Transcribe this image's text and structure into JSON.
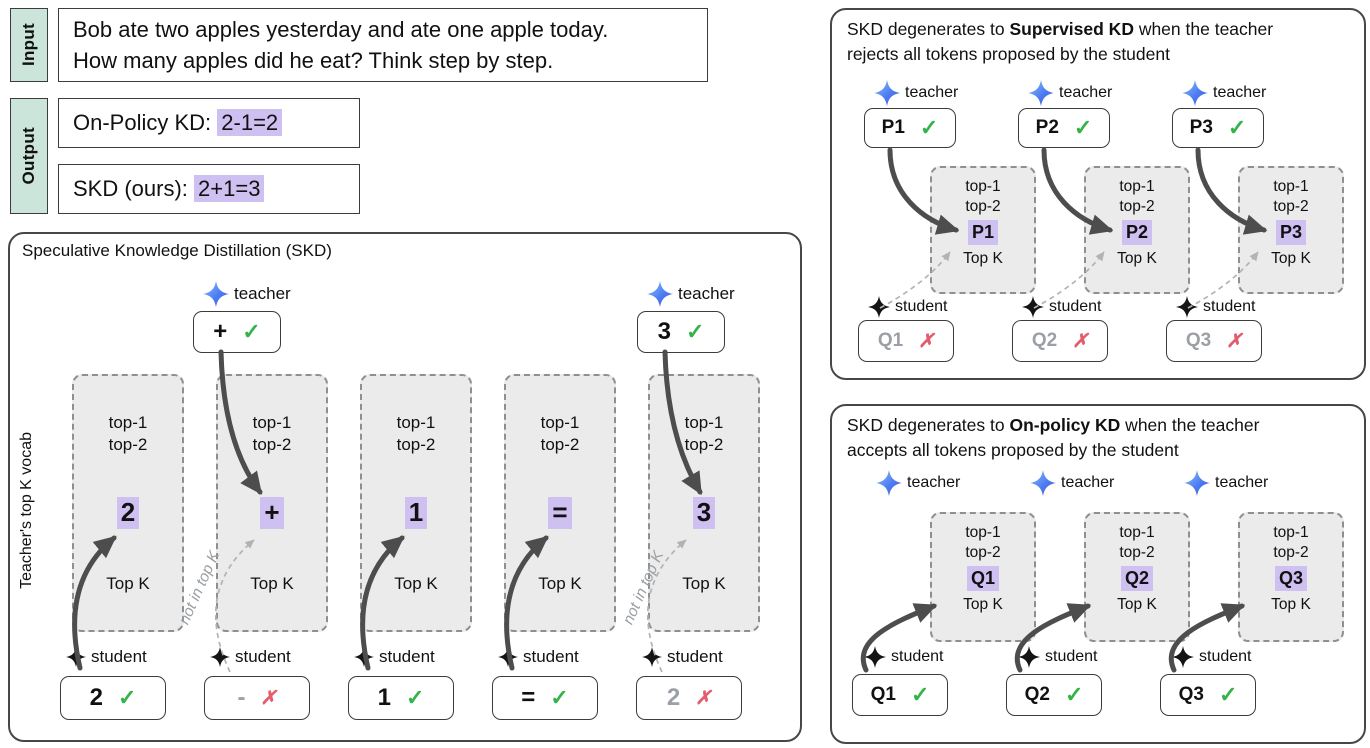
{
  "labels": {
    "teacher": "teacher",
    "student": "student",
    "top1": "top-1",
    "top2": "top-2",
    "topk": "Top K",
    "not_in_top_k": "not in top K",
    "check": "✓",
    "cross": "✗"
  },
  "input": {
    "label": "Input",
    "text": "Bob ate two apples yesterday and ate one apple today.\nHow many apples did he eat? Think step by step."
  },
  "output": {
    "label": "Output",
    "row1_prefix": "On-Policy KD: ",
    "row1_value": "2-1=2",
    "row2_prefix": "SKD (ours): ",
    "row2_value": "2+1=3"
  },
  "skd": {
    "title": "Speculative Knowledge Distillation (SKD)",
    "side_label": "Teacher's top K vocab",
    "columns": [
      {
        "token": "2"
      },
      {
        "token": "+"
      },
      {
        "token": "1"
      },
      {
        "token": "="
      },
      {
        "token": "3"
      }
    ],
    "teachers": [
      {
        "token": "+"
      },
      {
        "token": "3"
      }
    ],
    "students": [
      {
        "token": "2",
        "result": "accepted"
      },
      {
        "token": "-",
        "result": "rejected"
      },
      {
        "token": "1",
        "result": "accepted"
      },
      {
        "token": "=",
        "result": "accepted"
      },
      {
        "token": "2",
        "result": "rejected"
      }
    ]
  },
  "supervised": {
    "title_pre": "SKD degenerates to ",
    "title_bold": "Supervised KD",
    "title_rest": " when the teacher\nrejects all tokens proposed by the student",
    "teachers": [
      "P1",
      "P2",
      "P3"
    ],
    "vocab": [
      "P1",
      "P2",
      "P3"
    ],
    "students": [
      "Q1",
      "Q2",
      "Q3"
    ]
  },
  "onpolicy": {
    "title_pre": "SKD degenerates to ",
    "title_bold": "On-policy KD",
    "title_rest": " when the teacher\naccepts all tokens proposed by the student",
    "vocab": [
      "Q1",
      "Q2",
      "Q3"
    ],
    "students": [
      "Q1",
      "Q2",
      "Q3"
    ]
  },
  "colors": {
    "label_bg": "#cbe5da",
    "highlight_purple": "#cec0f0",
    "check_green": "#35b34a",
    "cross_red": "#e35d6c",
    "arrow_dark": "#4d4d4d",
    "dashed_box_bg": "#ebebeb",
    "teacher_blue_light": "#8ec2fb",
    "teacher_blue_dark": "#3f51d6",
    "student_black": "#141414"
  }
}
